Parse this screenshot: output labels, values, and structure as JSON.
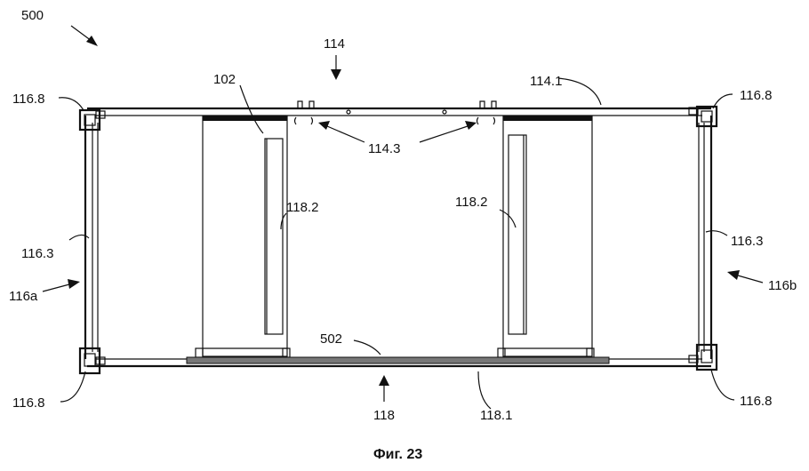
{
  "figure": {
    "caption": "Фиг. 23"
  },
  "labels": {
    "assembly": "500",
    "top_assembly": "114",
    "top_rail": "114.1",
    "top_fittings": "114.3",
    "corner_tl": "116.8",
    "corner_tr": "116.8",
    "corner_bl": "116.8",
    "corner_br": "116.8",
    "post_left": "116.3",
    "post_right": "116.3",
    "end_left": "116a",
    "end_right": "116b",
    "panel": "102",
    "panel_left_strip": "118.2",
    "panel_right_strip": "118.2",
    "floor_strip": "502",
    "bottom_assembly": "118",
    "bottom_rail": "118.1"
  },
  "colors": {
    "ink": "#111111",
    "background": "#ffffff",
    "hatch": "#777777"
  }
}
